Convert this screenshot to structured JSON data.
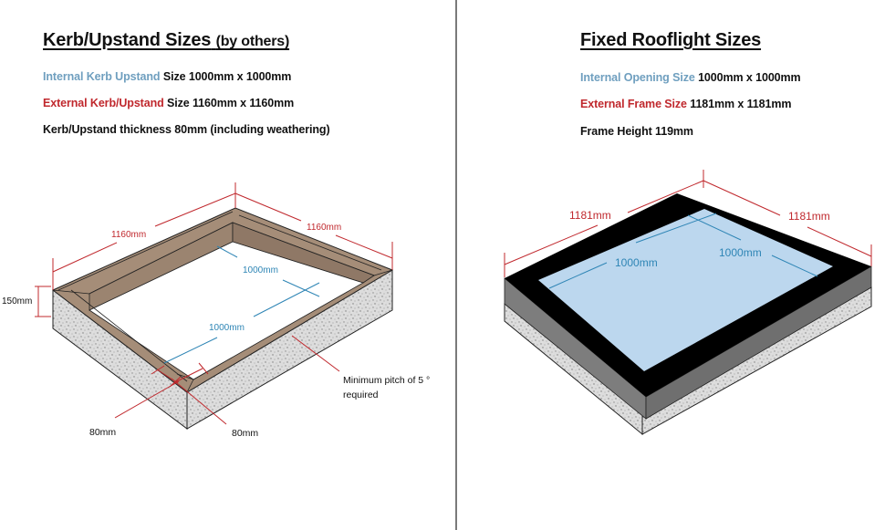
{
  "kerb": {
    "title": "Kerb/Upstand Sizes",
    "title_suffix": "(by others)",
    "specs": [
      {
        "label": "Internal Kerb Upstand",
        "value": "Size 1000mm x 1000mm",
        "label_color": "#6f9fbf"
      },
      {
        "label": "External Kerb/Upstand",
        "value": "Size 1160mm x 1160mm",
        "label_color": "#c0282d"
      },
      {
        "label": "",
        "value": "Kerb/Upstand thickness 80mm (including weathering)",
        "label_color": "#111111"
      }
    ],
    "diagram": {
      "external_width_left": "1160mm",
      "external_width_right": "1160mm",
      "internal_back": "1000mm",
      "internal_front": "1000mm",
      "height": "150mm",
      "thickness_left": "80mm",
      "thickness_right": "80mm",
      "pitch_note_line1": "Minimum pitch of 5 °",
      "pitch_note_line2": "required"
    }
  },
  "rooflight": {
    "title": "Fixed Rooflight Sizes",
    "specs": [
      {
        "label": "Internal Opening Size",
        "value": "1000mm x 1000mm",
        "label_color": "#6f9fbf"
      },
      {
        "label": "External Frame Size",
        "value": "1181mm x 1181mm",
        "label_color": "#c0282d"
      },
      {
        "label": "",
        "value": "Frame Height 119mm",
        "label_color": "#111111"
      }
    ],
    "diagram": {
      "external_left": "1181mm",
      "external_right": "1181mm",
      "internal_left": "1000mm",
      "internal_right": "1000mm"
    }
  },
  "colors": {
    "dimension_red": "#c0282d",
    "dimension_blue": "#2e85b5",
    "timber": "#a58d78",
    "glass": "#bcd7ee",
    "frame": "#000000",
    "frame_side": "#7d7d7d",
    "concrete": "#d9d9d9",
    "divider": "#7a7a7a"
  }
}
